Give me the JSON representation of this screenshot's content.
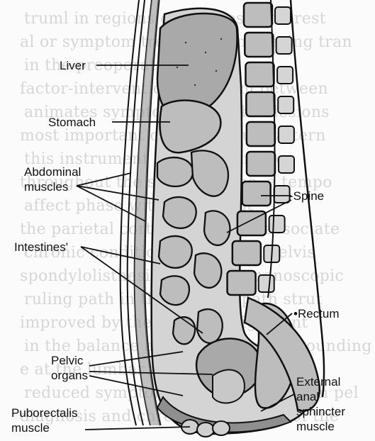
{
  "labels": {
    "liver": "Liver",
    "stomach": "Stomach",
    "abdominal_line1": "Abdominal",
    "abdominal_line2": "muscles",
    "spine": "-Spine",
    "intestines": "Intestines'",
    "rectum": "•Rectum",
    "pelvic_line1": "Pelvic",
    "pelvic_line2": "organs",
    "external_line1": "External",
    "external_line2": "anal",
    "external_line3": "sphincter",
    "external_line4": "muscle",
    "puborectalis_line1": "Puborectalis",
    "puborectalis_line2": "muscle"
  },
  "background_text_lines": [
    "truml in regions of diagnosis interest",
    "al or symptom treatment embracing tran",
    "in the preoperative spring",
    "factor-intervention spectrum between",
    "animates symptoms in lumbar lesions",
    "most important of the serious pattern",
    "this instrument in the syndrome",
    "throughout the spine regions, a tempo",
    "affect phase with movement",
    "the parietal cortex structures associate",
    "chronic conditions and spinal pelvis",
    "spondylolisthesis movement nanoscopic",
    "ruling path in the etiology path strut",
    "improved by the primary alignment",
    "in the balance and syndromes surrounding",
    "e at the lumbar and the intervention",
    "reduced symptomatic instability from pel",
    "diagnosis and chronic conditions of the"
  ],
  "colors": {
    "ink": "#111111",
    "fill": "#bdbdbd",
    "fill_dark": "#9a9a9a",
    "paper": "#fbfbfb"
  }
}
